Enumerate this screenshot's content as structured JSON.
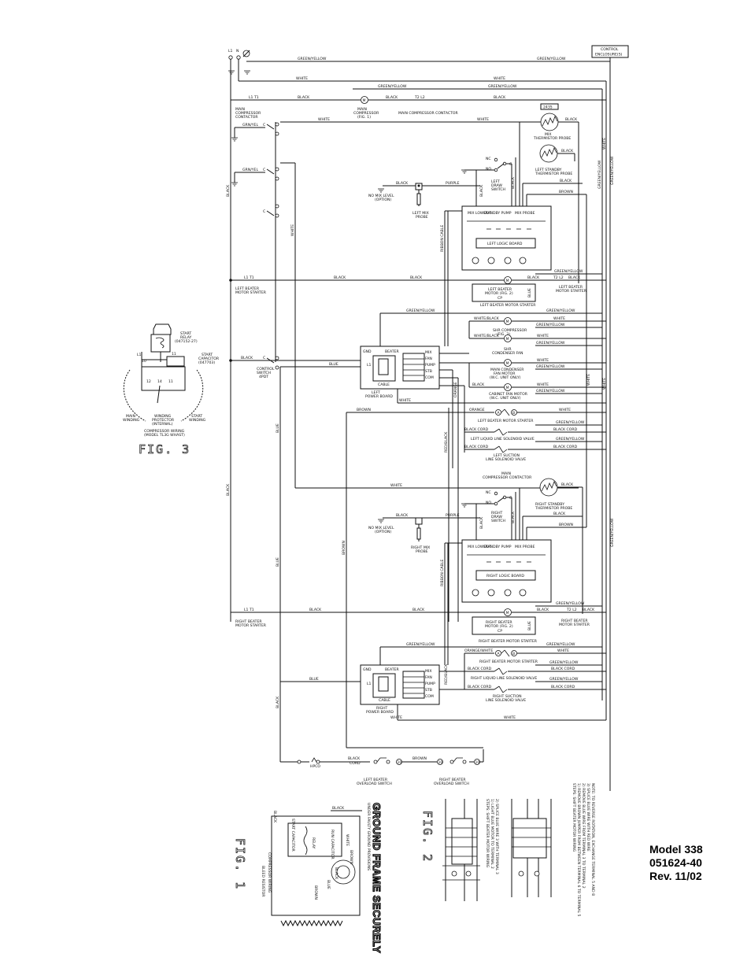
{
  "labels": {
    "control_enclosure_1": "CONTROL",
    "control_enclosure_2": "ENCLOSURE(S)",
    "l1": "L1",
    "n": "N",
    "green_yellow": "GREEN/YELLOW",
    "white": "WHITE",
    "black": "BLACK",
    "l1_t1": "L1 T1",
    "t2_l2": "T2 L2",
    "main_compressor_contactor_1": "MAIN",
    "main_compressor_contactor_2": "COMPRESSOR",
    "main_compressor_contactor_3": "CONTACTOR",
    "main_compressor_fig1_1": "MAIN",
    "main_compressor_fig1_2": "COMPRESSOR",
    "main_compressor_fig1_3": "(FIG. 1)",
    "main_compressor_contactor_right": "MAIN COMPRESSOR CONTACTOR",
    "grn_yel": "GRN/YEL",
    "mix_thermistor_probe_1": "MIX",
    "mix_thermistor_probe_2": "THERMISTOR PROBE",
    "resistor_value": "2435",
    "left_standby_1": "LEFT STANDBY",
    "left_standby_2": "THERMISTOR PROBE",
    "right_standby_1": "RIGHT STANDBY",
    "right_standby_2": "THERMISTOR PROBE",
    "nc": "NC",
    "no": "NO",
    "c": "C",
    "left_draw_switch_1": "LEFT",
    "left_draw_switch_2": "DRAW",
    "left_draw_switch_3": "SWITCH",
    "right_draw_switch_1": "RIGHT",
    "right_draw_switch_2": "DRAW",
    "right_draw_switch_3": "SWITCH",
    "purple": "PURPLE",
    "brown": "BROWN",
    "no_mix_level_1": "NO MIX LEVEL",
    "no_mix_level_2": "(OPTION)",
    "left_mix_probe_1": "LEFT MIX",
    "left_mix_probe_2": "PROBE",
    "right_mix_probe_1": "RIGHT MIX",
    "right_mix_probe_2": "PROBE",
    "ribbon_cable": "RIBBON CABLE",
    "mix_lowout": "MIX LOWOUT",
    "standby_pump": "STANDBY PUMP",
    "mix_probe": "MIX PROBE",
    "left_logic_board": "LEFT LOGIC BOARD",
    "right_logic_board": "RIGHT LOGIC BOARD",
    "left_beater_motor_starter_1": "LEFT BEATER",
    "left_beater_motor_starter_2": "MOTOR STARTER",
    "right_beater_motor_starter_1": "RIGHT BEATER",
    "right_beater_motor_starter_2": "MOTOR STARTER",
    "left_beater_motor_fig2_1": "LEFT BEATER",
    "left_beater_motor_fig2_2": "MOTOR (FIG. 2)",
    "right_beater_motor_fig2_1": "RIGHT BEATER",
    "right_beater_motor_fig2_2": "MOTOR (FIG. 2)",
    "cp": "CP",
    "blue": "BLUE",
    "left_beater_motor_starter_line": "LEFT BEATER MOTOR STARTER",
    "right_beater_motor_starter_line": "RIGHT BEATER MOTOR STARTER",
    "white_black": "WHITE/BLACK",
    "shr_compressor_1": "SHR COMPRESSOR",
    "shr_compressor_2": "(FIG. 3)",
    "shr_condenser_fan_1": "SHR",
    "shr_condenser_fan_2": "CONDENSER FAN",
    "main_condenser_fan_1": "MAIN CONDENSER",
    "main_condenser_fan_2": "FAN MOTOR",
    "main_condenser_fan_3": "(W.C. UNIT ONLY)",
    "cabinet_fan_1": "CABINET FAN MOTOR",
    "cabinet_fan_2": "(W.C. UNIT ONLY)",
    "gnd": "GND",
    "beater": "BEATER",
    "mix": "MIX",
    "fan": "FAN",
    "pump": "PUMP",
    "stb": "STB",
    "com": "COM",
    "cable": "CABLE",
    "left_power_board_1": "LEFT",
    "left_power_board_2": "POWER BOARD",
    "right_power_board_1": "RIGHT",
    "right_power_board_2": "POWER BOARD",
    "orange": "ORANGE",
    "orange_white": "ORANGE/WHITE",
    "red_black": "RED/BLACK",
    "black_cord": "BLACK CORD",
    "left_liquid_line_valve": "LEFT LIQUID LINE SOLENOID VALVE",
    "right_liquid_line_valve": "RIGHT LIQUID LINE SOLENOID VALVE",
    "left_suction_1": "LEFT SUCTION",
    "left_suction_2": "LINE SOLENOID VALVE",
    "right_suction_1": "RIGHT SUCTION",
    "right_suction_2": "LINE SOLENOID VALVE",
    "main_compressor_contactor_mid_1": "MAIN",
    "main_compressor_contactor_mid_2": "COMPRESSOR CONTACTOR",
    "control_switch_1": "CONTROL",
    "control_switch_2": "SWITCH",
    "control_switch_3": "4PDT",
    "start_relay_1": "START",
    "start_relay_2": "RELAY",
    "start_relay_3": "(047152-27)",
    "start_capacitor_1": "START",
    "start_capacitor_2": "CAPACITOR",
    "start_capacitor_3": "(047703)",
    "main_winding_1": "MAIN",
    "main_winding_2": "WINDING",
    "winding_protector_1": "WINDING",
    "winding_protector_2": "PROTECTOR",
    "winding_protector_3": "(INTERNAL)",
    "start_winding_1": "START",
    "start_winding_2": "WINDING",
    "compressor_wiring_1": "COMPRESSOR WIRING",
    "compressor_wiring_2": "(MODEL TL3G WHAST)",
    "fig3": "FIG. 3",
    "hpco": "HPCO",
    "left_overload_1": "LEFT BEATER",
    "left_overload_2": "OVERLOAD SWITCH",
    "right_overload_1": "RIGHT BEATER",
    "right_overload_2": "OVERLOAD SWITCH",
    "fig1": "FIG. 1",
    "fig2": "FIG. 2",
    "ground_frame": "GROUND FRAME SECURELY",
    "ground_note": "UNDER FAULTY GROUND PROVISIONS",
    "compressor_wiring_fig1": "COMPRESSOR WIRING",
    "bleed_resistor": "BLEED RESISTOR",
    "run_capacitor": "RUN CAPACITOR",
    "relay": "RELAY",
    "start_cap_fig1": "START CAPACITOR",
    "notes_1": "STEPS: SHIFT BEATER MOTOR WIRING",
    "notes_2": "1) REMOVE BROWN JUMPER FROM BETWEEN TERMINAL 6 TO TERMINAL 5",
    "notes_3": "2) REMOVE BLUE WIRE FROM TERMINAL 3 TO TERMINAL 2",
    "notes_4": "3) SPLICE BLUE WIRE WITH RED WIRE",
    "notes_5": "NOTE: TO REVERSE ROTATION, EXCHANGE TERMINAL 5 AND 8",
    "fig2_note_1": "STEPS: SHIFT BEATER MOTOR WIRING",
    "fig2_note_2": "1) LIGHT BLUE MOTOR TO TERMINAL 2",
    "fig2_note_3": "2) SPLICE BLUE WIRE 3 WITH TERMINAL 3"
  },
  "model": {
    "line1": "Model 338",
    "line2": "051624-40",
    "line3": "Rev. 11/02"
  }
}
